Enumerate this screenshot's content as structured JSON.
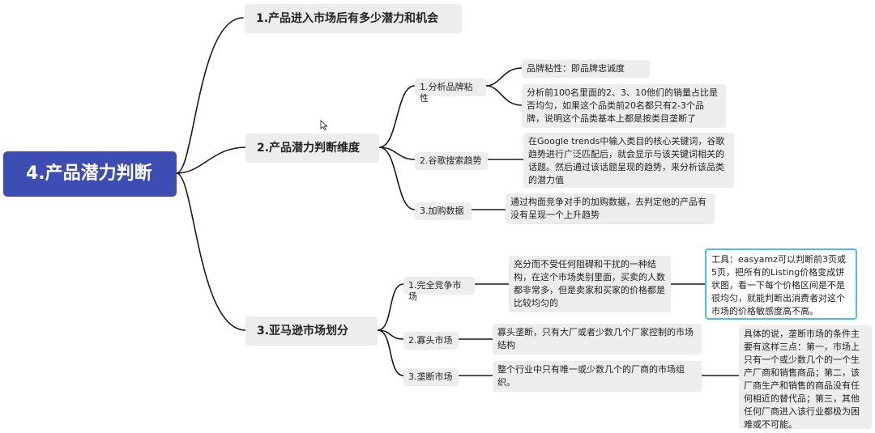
{
  "root": {
    "label": "4.产品潜力判断"
  },
  "branches": [
    {
      "label": "1.产品进入市场后有多少潜力和机会"
    },
    {
      "label": "2.产品潜力判断维度",
      "children": [
        {
          "label": "1.分析品牌粘性",
          "notes": [
            "品牌粘性：即品牌忠诚度",
            "分析前100名里面的2、3、10他们的销量占比是否均匀，如果这个品类前20名都只有2-3个品牌，说明这个品类基本上都是按类目垄断了"
          ]
        },
        {
          "label": "2.谷歌搜索趋势",
          "notes": [
            "在Google trends中输入类目的核心关键词，谷歌趋势进行广泛匹配后，就会显示与该关键词相关的话题。然后通过该话题呈现的趋势，来分析该品类的潜力值"
          ]
        },
        {
          "label": "3.加购数据",
          "notes": [
            "通过构面竞争对手的加购数据，去判定他的产品有没有呈现一个上升趋势"
          ]
        }
      ]
    },
    {
      "label": "3.亚马逊市场划分",
      "children": [
        {
          "label": "1.完全竞争市场",
          "notes": [
            "充分而不受任何阻碍和干扰的一种结构，在这个市场类别里面，买卖的人数都非常多，但是卖家和买家的价格都是比较均匀的"
          ],
          "sub_note": "工具：easyamz可以判断前3页或5页，把所有的Listing价格变成饼状图，看一下每个价格区间是不是很均匀，就能判断出消费者对这个市场的价格敏感度高不高。"
        },
        {
          "label": "2.寡头市场",
          "notes": [
            "寡头垄断，只有大厂或者少数几个厂家控制的市场结构"
          ]
        },
        {
          "label": "3.垄断市场",
          "notes": [
            "整个行业中只有唯一或少数几个的厂商的市场组织。"
          ],
          "sub_note": "具体的说，垄断市场的条件主要有这样三点：第一，市场上只有一个或少数几个的一个生产厂商和销售商品；第二，该厂商生产和销售的商品没有任何相近的替代品；第三，其他任何厂商进入该行业都极为困难或不可能。"
        }
      ]
    }
  ],
  "colors": {
    "root_bg": "#3d4db3",
    "node_bg": "#ededed",
    "line": "#1a1a1a",
    "highlight_border": "#54b8e8"
  }
}
